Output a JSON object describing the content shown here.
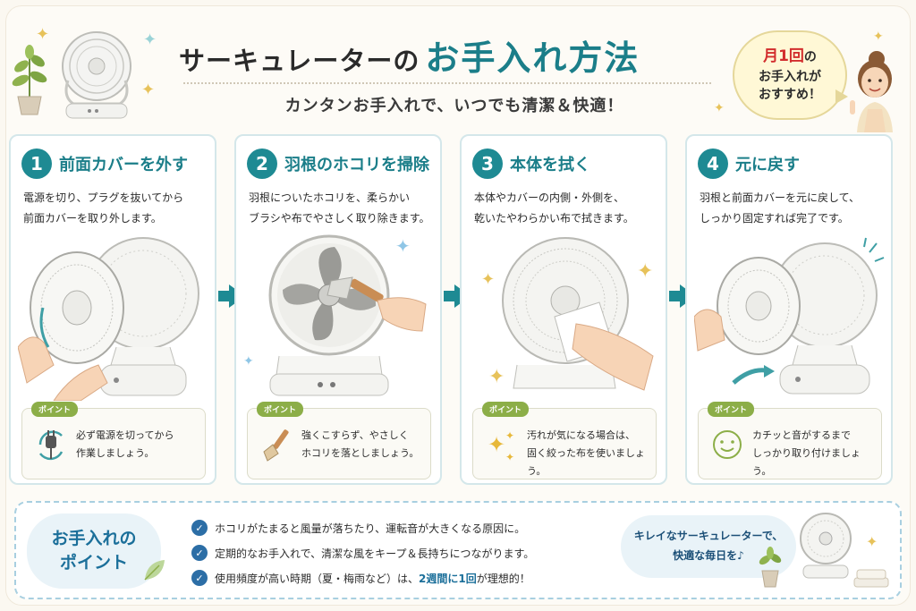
{
  "header": {
    "title_part1": "サーキュレーターの",
    "title_part2": "お手入れ方法",
    "subtitle": "カンタンお手入れで、いつでも清潔＆快適！",
    "bubble_highlight": "月1回",
    "bubble_highlight_suffix": "の",
    "bubble_line2": "お手入れが",
    "bubble_line3": "おすすめ！"
  },
  "point_label": "ポイント",
  "steps": [
    {
      "num": "1",
      "title": "前面カバーを外す",
      "desc_line1": "電源を切り、プラグを抜いてから",
      "desc_line2": "前面カバーを取り外します。",
      "point_line1": "必ず電源を切ってから",
      "point_line2": "作業しましょう。",
      "point_icon": "plug-icon"
    },
    {
      "num": "2",
      "title": "羽根のホコリを掃除",
      "desc_line1": "羽根についたホコリを、柔らかい",
      "desc_line2": "ブラシや布でやさしく取り除きます。",
      "point_line1": "強くこすらず、やさしく",
      "point_line2": "ホコリを落としましょう。",
      "point_icon": "brush-icon"
    },
    {
      "num": "3",
      "title": "本体を拭く",
      "desc_line1": "本体やカバーの内側・外側を、",
      "desc_line2": "乾いたやわらかい布で拭きます。",
      "point_line1": "汚れが気になる場合は、",
      "point_line2": "固く絞った布を使いましょう。",
      "point_icon": "sparkle-icon"
    },
    {
      "num": "4",
      "title": "元に戻す",
      "desc_line1": "羽根と前面カバーを元に戻して、",
      "desc_line2": "しっかり固定すれば完了です。",
      "point_line1": "カチッと音がするまで",
      "point_line2": "しっかり取り付けましょう。",
      "point_icon": "smile-icon"
    }
  ],
  "bottom": {
    "title_line1": "お手入れの",
    "title_line2": "ポイント",
    "tips": [
      "ホコリがたまると風量が落ちたり、運転音が大きくなる原因に。",
      "定期的なお手入れで、清潔な風をキープ＆長持ちにつながります。"
    ],
    "tip3_before": "使用頻度が高い時期（夏・梅雨など）は、",
    "tip3_em": "2週間に1回",
    "tip3_after": "が理想的！",
    "bubble_line1": "キレイなサーキュレーターで、",
    "bubble_line2": "快適な毎日を♪"
  },
  "colors": {
    "accent": "#1e8a93",
    "title_teal": "#1b7e89",
    "highlight_red": "#d22d2d",
    "point_green": "#8cae48",
    "tip_blue": "#2c6ea6"
  }
}
